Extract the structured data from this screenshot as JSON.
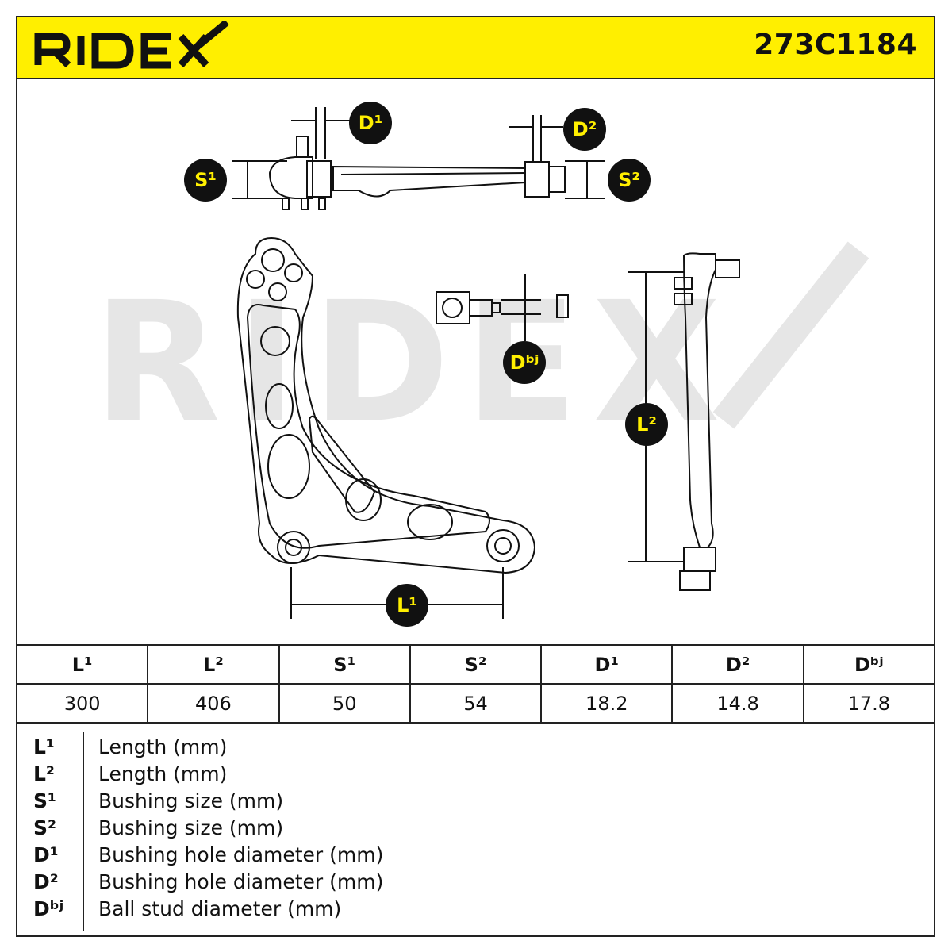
{
  "header": {
    "brand": "RIDEX",
    "part_number": "273C1184"
  },
  "watermark": "RIDEX",
  "badges": {
    "d1": "D¹",
    "d2": "D²",
    "s1": "S¹",
    "s2": "S²",
    "dbj": "Dᵇʲ",
    "l1": "L¹",
    "l2": "L²"
  },
  "spec_table": {
    "headers": [
      "L¹",
      "L²",
      "S¹",
      "S²",
      "D¹",
      "D²",
      "Dᵇʲ"
    ],
    "values": [
      "300",
      "406",
      "50",
      "54",
      "18.2",
      "14.8",
      "17.8"
    ]
  },
  "legend": [
    {
      "symbol": "L¹",
      "description": "Length (mm)"
    },
    {
      "symbol": "L²",
      "description": "Length (mm)"
    },
    {
      "symbol": "S¹",
      "description": "Bushing size (mm)"
    },
    {
      "symbol": "S²",
      "description": "Bushing size (mm)"
    },
    {
      "symbol": "D¹",
      "description": "Bushing hole diameter (mm)"
    },
    {
      "symbol": "D²",
      "description": "Bushing hole diameter (mm)"
    },
    {
      "symbol": "Dᵇʲ",
      "description": "Ball stud diameter (mm)"
    }
  ],
  "colors": {
    "accent": "#ffef00",
    "ink": "#111111",
    "watermark": "#e6e6e6"
  }
}
